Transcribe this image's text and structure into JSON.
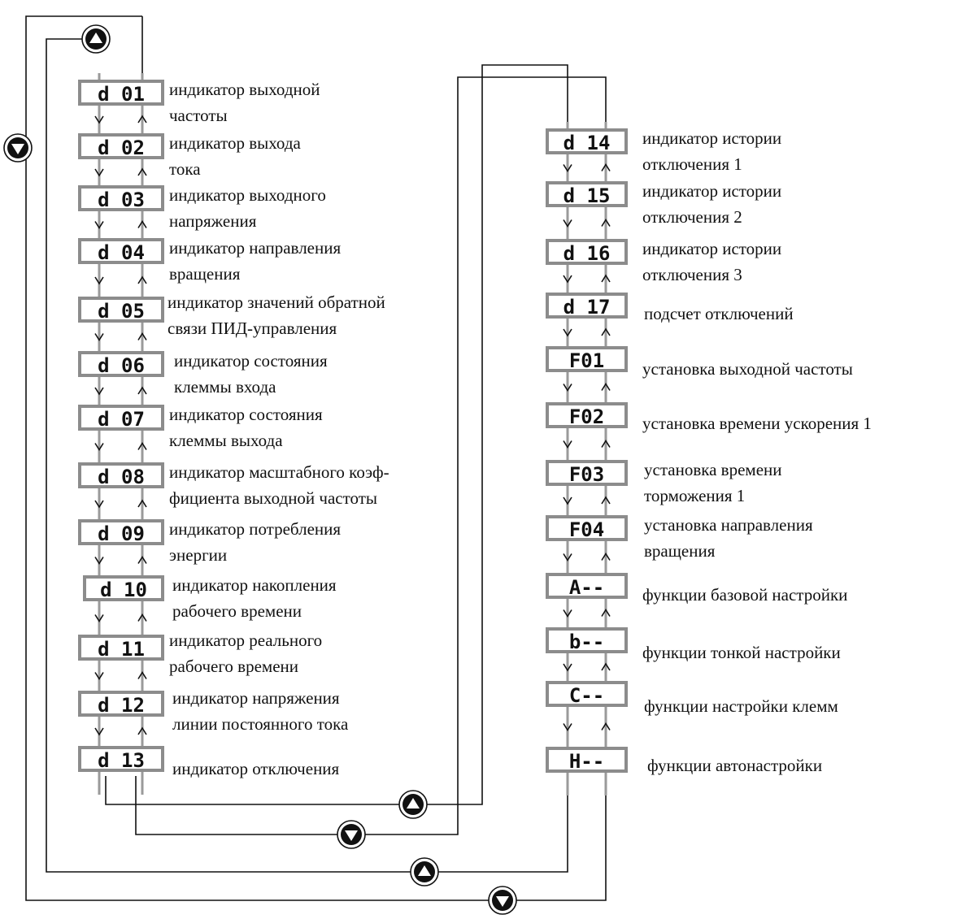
{
  "left_column": [
    {
      "code": "d 01",
      "lines": [
        "индикатор выходной",
        "частоты"
      ]
    },
    {
      "code": "d 02",
      "lines": [
        "индикатор выхода",
        "тока"
      ]
    },
    {
      "code": "d 03",
      "lines": [
        "индикатор выходного",
        "напряжения"
      ]
    },
    {
      "code": "d 04",
      "lines": [
        "индикатор направления",
        "вращения"
      ]
    },
    {
      "code": "d 05",
      "lines": [
        "индикатор значений обратной",
        "связи ПИД-управления"
      ]
    },
    {
      "code": "d 06",
      "lines": [
        "индикатор состояния",
        "клеммы входа"
      ]
    },
    {
      "code": "d 07",
      "lines": [
        "индикатор состояния",
        "клеммы выхода"
      ]
    },
    {
      "code": "d 08",
      "lines": [
        "индикатор масштабного коэф-",
        "фициента выходной частоты"
      ]
    },
    {
      "code": "d 09",
      "lines": [
        "индикатор потребления",
        "энергии"
      ]
    },
    {
      "code": "d 10",
      "lines": [
        "индикатор накопления",
        "рабочего времени"
      ]
    },
    {
      "code": "d 11",
      "lines": [
        "индикатор реального",
        "рабочего времени"
      ]
    },
    {
      "code": "d 12",
      "lines": [
        "индикатор напряжения",
        "линии постоянного тока"
      ]
    },
    {
      "code": "d 13",
      "lines": [
        "индикатор отключения"
      ]
    }
  ],
  "right_column": [
    {
      "code": "d 14",
      "lines": [
        "индикатор истории",
        "отключения 1"
      ]
    },
    {
      "code": "d 15",
      "lines": [
        "индикатор истории",
        "отключения 2"
      ]
    },
    {
      "code": "d 16",
      "lines": [
        "индикатор истории",
        "отключения 3"
      ]
    },
    {
      "code": "d 17",
      "lines": [
        "подсчет отключений"
      ]
    },
    {
      "code": "F01",
      "lines": [
        "установка выходной частоты"
      ]
    },
    {
      "code": "F02",
      "lines": [
        "установка времени ускорения 1"
      ]
    },
    {
      "code": "F03",
      "lines": [
        "установка времени",
        "торможения 1"
      ]
    },
    {
      "code": "F04",
      "lines": [
        "установка направления",
        "вращения"
      ]
    },
    {
      "code": "A--",
      "lines": [
        "функции базовой настройки"
      ]
    },
    {
      "code": "b--",
      "lines": [
        "функции тонкой настройки"
      ]
    },
    {
      "code": "C--",
      "lines": [
        "функции настройки клемм"
      ]
    },
    {
      "code": "H--",
      "lines": [
        "функции автонастройки"
      ]
    }
  ],
  "buttons": [
    {
      "name": "up-button-top",
      "direction": "up"
    },
    {
      "name": "down-button-left",
      "direction": "down"
    },
    {
      "name": "up-button-mid",
      "direction": "up"
    },
    {
      "name": "down-button-mid",
      "direction": "down"
    },
    {
      "name": "up-button-bottom",
      "direction": "up"
    },
    {
      "name": "down-button-bottom",
      "direction": "down"
    }
  ]
}
